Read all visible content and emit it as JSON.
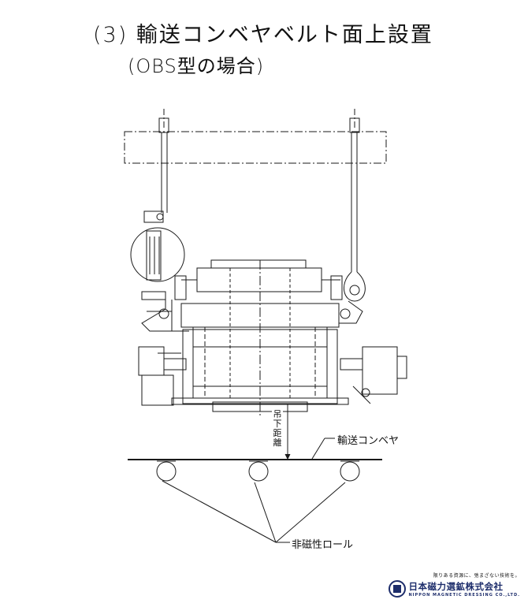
{
  "title": "(3) 輸送コンベヤベルト面上設置",
  "subtitle": "(OBS型の場合)",
  "labels": {
    "conveyor": "輸送コンベヤ",
    "distance": "吊下距離",
    "rolls": "非磁性ロール"
  },
  "footer": {
    "tagline": "限りある資源に、弛まざない技術を。",
    "company": "日本磁力選鉱株式会社",
    "company_en": "NIPPON MAGNETIC DRESSING CO.,LTD."
  },
  "colors": {
    "line": "#1a1a1a",
    "brand": "#1d2d6b"
  }
}
